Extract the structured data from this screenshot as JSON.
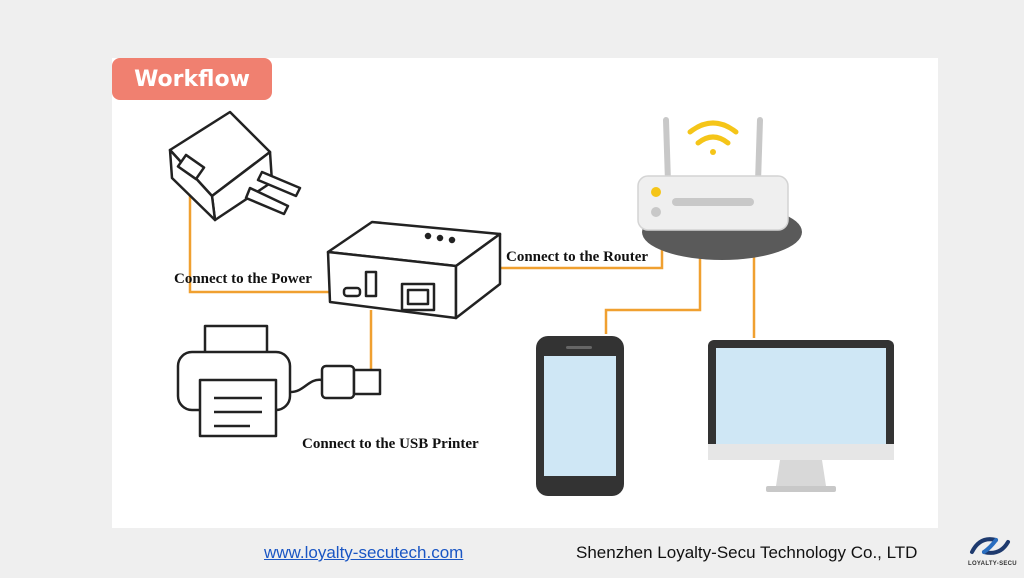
{
  "badge": {
    "text": "Workflow"
  },
  "labels": {
    "power": "Connect to  the Power",
    "router": "Connect to the Router",
    "printer": "Connect to the USB Printer"
  },
  "footer": {
    "website": "www.loyalty-secutech.com",
    "company": "Shenzhen Loyalty-Secu Technology Co., LTD",
    "logo_text": "LOYALTY-SECU"
  },
  "colors": {
    "accent": "#f08070",
    "cable": "#f0a030",
    "wifi": "#f5c518",
    "screen": "#cfe7f5",
    "device_dark": "#333333"
  }
}
